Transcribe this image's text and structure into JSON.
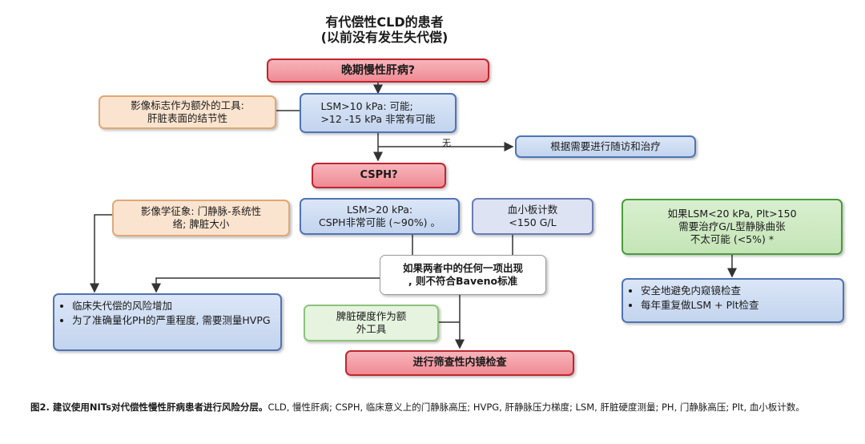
{
  "title": {
    "line1": "有代偿性CLD的患者",
    "line2": "(以前没有发生失代偿)"
  },
  "nodes": {
    "late_cld": "晚期慢性肝病?",
    "imaging_tool": "影像标志作为额外的工具:\n肝脏表面的结节性",
    "lsm_10": "LSM>10 kPa: 可能;\n>12 -15 kPa 非常有可能",
    "no_label": "无",
    "follow_up": "根据需要进行随访和治疗",
    "csph": "CSPH?",
    "imaging_signs": "影像学征象: 门静脉-系统性\n络; 脾脏大小",
    "lsm_20": "LSM>20 kPa:\nCSPH非常可能 (~90%) 。",
    "platelet": "血小板计数\n<150 G/L",
    "green_condition": "如果LSM<20 kPa, Plt>150\n需要治疗G/L型静脉曲张\n不太可能 (<5%) *",
    "either_present": "如果两者中的任何一项出现\n, 则不符合Baveno标准",
    "risk_items": [
      "临床失代偿的风险增加",
      "为了准确量化PH的严重程度, 需要测量HVPG"
    ],
    "spleen_stiffness": "脾脏硬度作为额\n外工具",
    "safe_items": [
      "安全地避免内窥镜检查",
      "每年重复做LSM + Plt检查"
    ],
    "screening": "进行筛查性内镜检查"
  },
  "caption": {
    "bold": "图2. 建议使用NITs对代偿性慢性肝病患者进行风险分层。",
    "text": "CLD, 慢性肝病; CSPH, 临床意义上的门静脉高压; HVPG, 肝静脉压力梯度; LSM, 肝脏硬度测量; PH, 门静脉高压; Plt, 血小板计数。"
  },
  "colors": {
    "red_border": "#c0262f",
    "blue_border": "#4f74b5",
    "green_border": "#4a9d3c",
    "orange_fill": "#fbe4cf"
  }
}
